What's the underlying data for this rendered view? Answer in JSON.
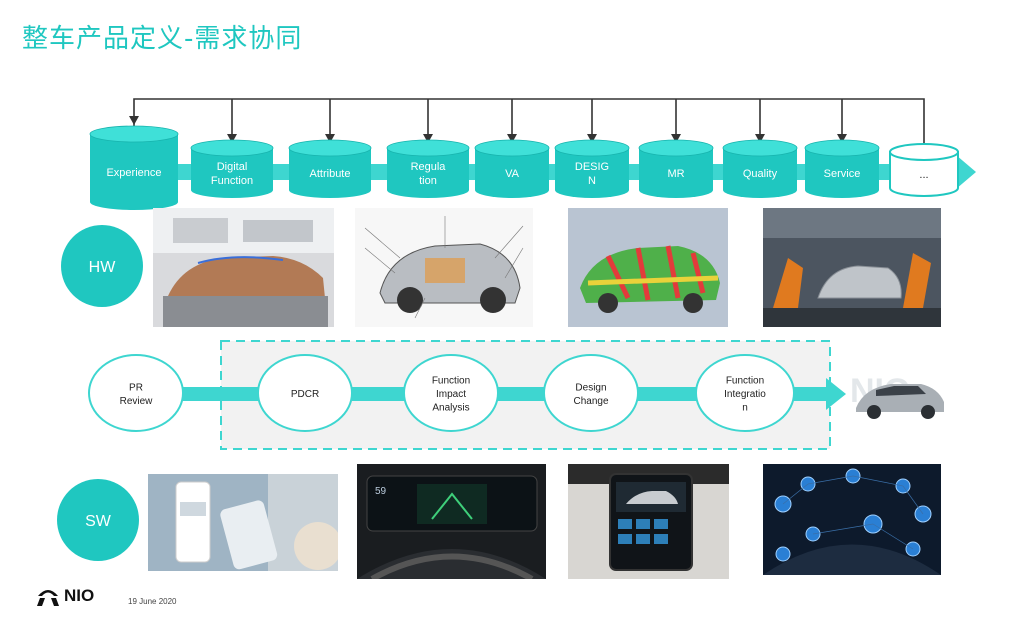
{
  "title": "整车产品定义-需求协同",
  "stages": [
    "Experience",
    "Digital Function",
    "Attribute",
    "Regula tion",
    "VA",
    "DESIG N",
    "MR",
    "Quality",
    "Service",
    "..."
  ],
  "rows": {
    "hw": "HW",
    "sw": "SW"
  },
  "process": {
    "start": "PR Review",
    "steps": [
      "PDCR",
      "Function Impact Analysis",
      "Design Change",
      "Function Integratio n"
    ]
  },
  "footer": {
    "brand": "NIO",
    "date": "19 June 2020"
  },
  "colors": {
    "accent": "#1fc7c0",
    "accent_light": "#3ed6d0",
    "arrow": "#333333",
    "dashed_box": "#f2f2f2"
  }
}
